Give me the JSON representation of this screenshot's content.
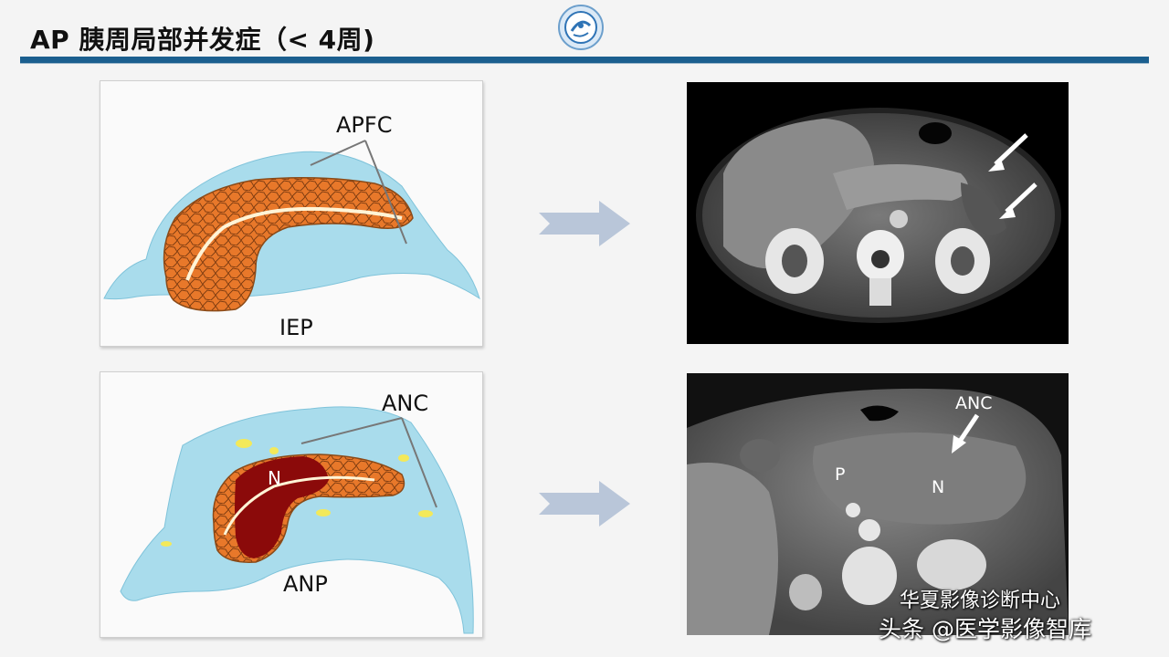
{
  "slide": {
    "title": "AP 胰周局部并发症（< 4周)"
  },
  "top_diagram": {
    "label_collection": "APFC",
    "label_condition": "IEP"
  },
  "bottom_diagram": {
    "label_collection": "ANC",
    "label_necrosis": "N",
    "label_condition": "ANP"
  },
  "bottom_ct": {
    "label_anc": "ANC",
    "label_p": "P",
    "label_n": "N"
  },
  "watermark": {
    "line1": "华夏影像诊断中心",
    "line2": "头条 @医学影像智库"
  },
  "colors": {
    "title_rule": "#1b5f8f",
    "fluid": "#a9dcec",
    "pancreas": "#e8782a",
    "necrosis": "#8b0a0a",
    "arrow": "#b9c6d9"
  },
  "icons": {
    "logo": "hospital-logo-icon",
    "flow_arrow": "right-arrow-icon"
  }
}
